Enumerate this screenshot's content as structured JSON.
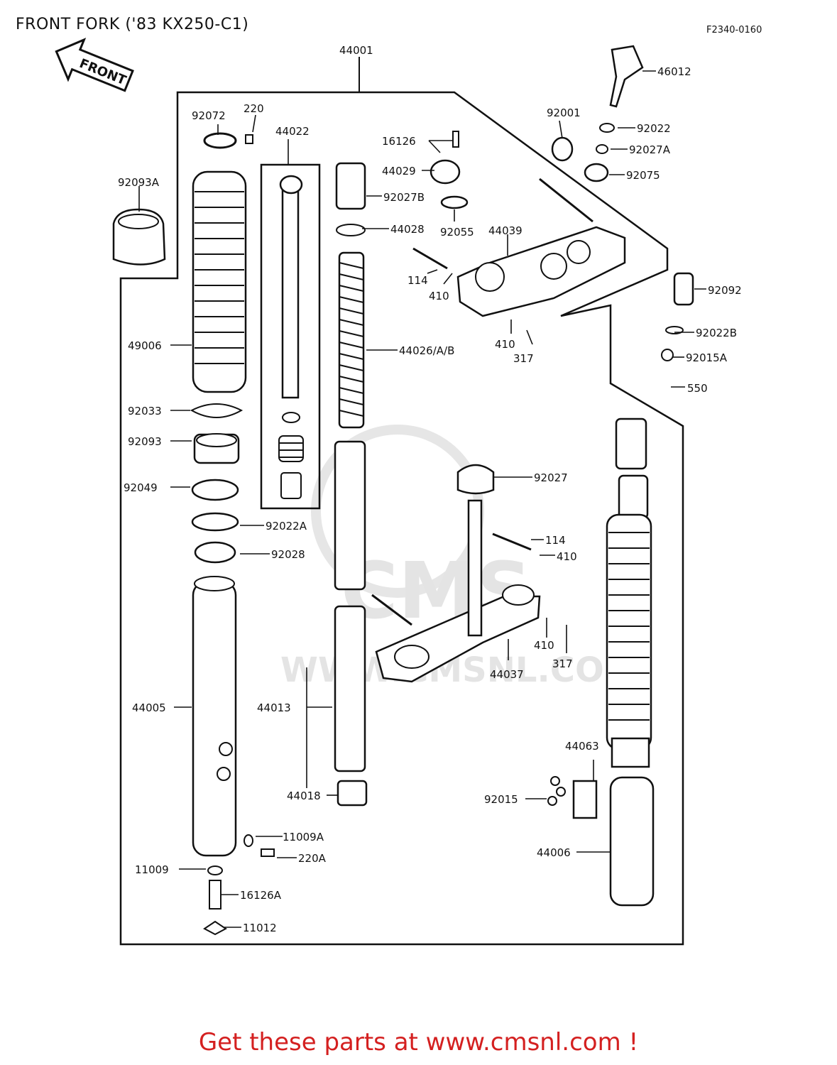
{
  "header": {
    "title": "FRONT FORK  ('83 KX250-C1)",
    "code": "F2340-0160"
  },
  "arrow": {
    "label": "FRONT"
  },
  "watermark": {
    "brand": "CMS",
    "url": "WWW.CMSNL.COM"
  },
  "labels": {
    "p44001": "44001",
    "p46012": "46012",
    "p92072": "92072",
    "p220": "220",
    "p44022": "44022",
    "p92001": "92001",
    "p92022": "92022",
    "p16126": "16126",
    "p92027A": "92027A",
    "p44029": "44029",
    "p92075": "92075",
    "p92093A": "92093A",
    "p92027B": "92027B",
    "p44028": "44028",
    "p92055": "92055",
    "p44039": "44039",
    "p114a": "114",
    "p410a": "410",
    "p92092": "92092",
    "p410b": "410",
    "p317a": "317",
    "p92022B": "92022B",
    "p49006": "49006",
    "p44026": "44026/A/B",
    "p92015A": "92015A",
    "p550": "550",
    "p92033": "92033",
    "p92093": "92093",
    "p92027": "92027",
    "p92049": "92049",
    "p92022A": "92022A",
    "p114b": "114",
    "p410c": "410",
    "p92028": "92028",
    "p410d": "410",
    "p317b": "317",
    "p44037": "44037",
    "p44005": "44005",
    "p44013": "44013",
    "p44063": "44063",
    "p44018": "44018",
    "p92015": "92015",
    "p11009A": "11009A",
    "p44006": "44006",
    "p220A": "220A",
    "p11009": "11009",
    "p16126A": "16126A",
    "p11012": "11012"
  },
  "footer": {
    "text": "Get these parts at www.cmsnl.com !"
  }
}
